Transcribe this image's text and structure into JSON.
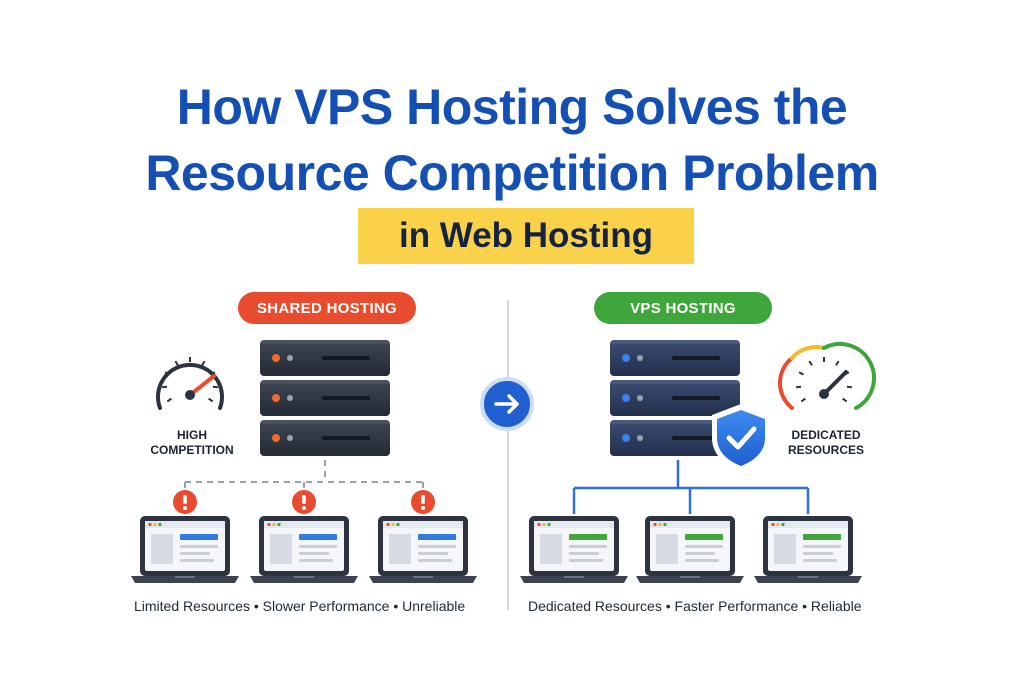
{
  "header": {
    "title_line1": "How VPS Hosting Solves the",
    "title_line2": "Resource Competition Problem",
    "subtitle": "in Web Hosting"
  },
  "shared": {
    "label": "SHARED HOSTING",
    "gauge_label_line1": "HIGH",
    "gauge_label_line2": "COMPETITION",
    "footer": "Limited Resources • Slower Performance • Unreliable",
    "accent": "#e94b2f",
    "led_color": "#f26b2a",
    "site_bar_color": "#2f7be0"
  },
  "vps": {
    "label": "VPS HOSTING",
    "gauge_label_line1": "DEDICATED",
    "gauge_label_line2": "RESOURCES",
    "footer": "Dedicated Resources • Faster Performance • Reliable",
    "accent": "#3ea63a",
    "led_color": "#3b82f0",
    "site_bar_color": "#3ea63a",
    "connector_color": "#2f6fd6"
  },
  "icons": {
    "arrow": "arrow-right-icon",
    "warning": "exclamation-icon",
    "shield": "shield-check-icon",
    "gauge": "gauge-icon"
  }
}
